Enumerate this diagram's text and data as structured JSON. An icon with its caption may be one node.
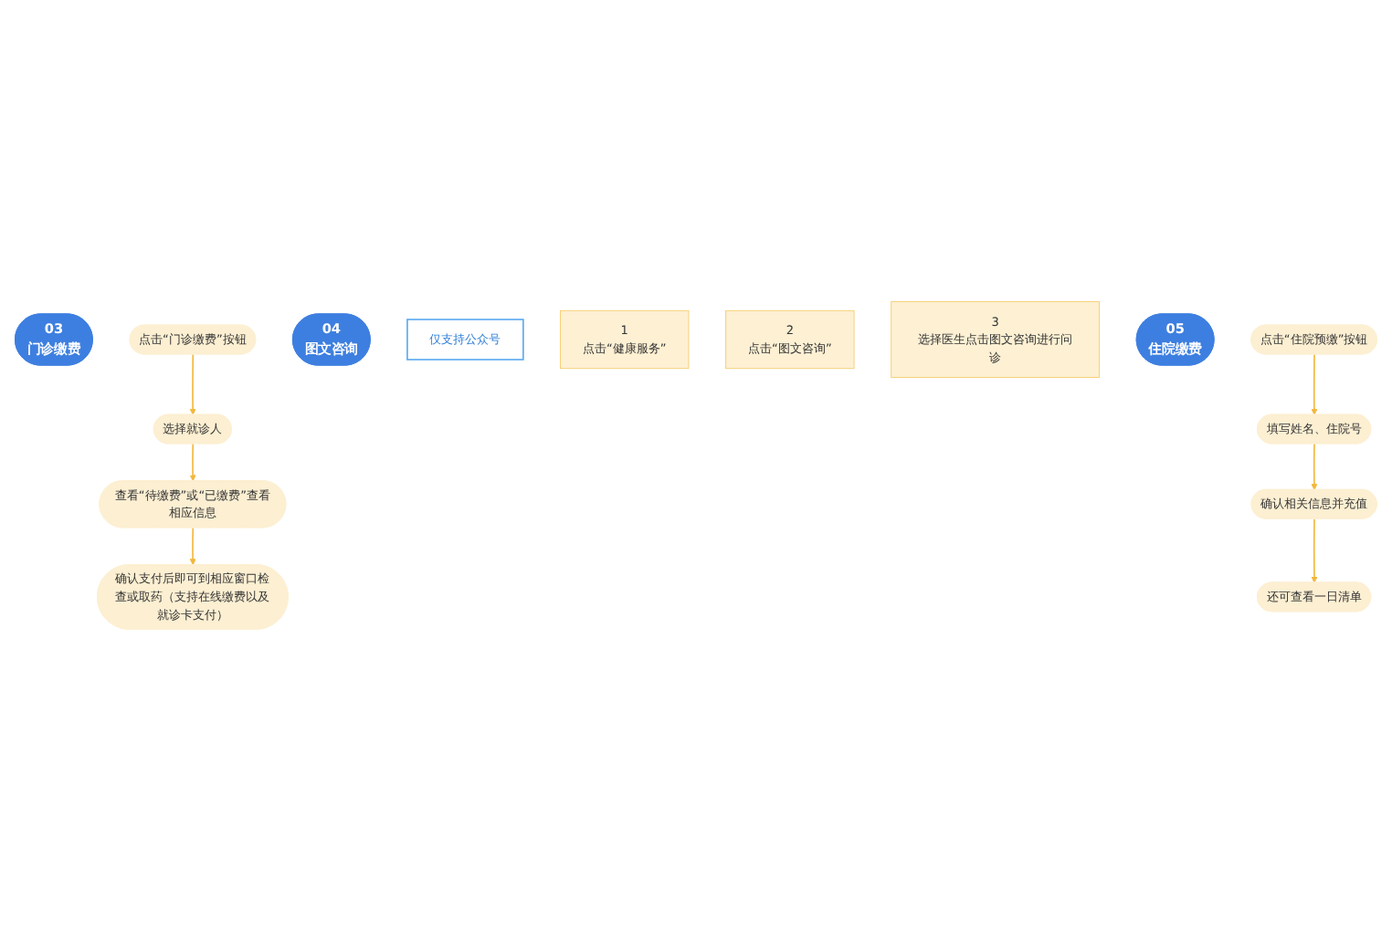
{
  "diagram": {
    "nodes": [
      {
        "text": [
          "03",
          "门诊缴费"
        ]
      },
      {
        "text": [
          "点击“门诊缴费”按钮"
        ]
      },
      {
        "text": [
          "选择就诊人"
        ]
      },
      {
        "text": [
          "查看“待缴费”或“已缴费”查看相应信息"
        ]
      },
      {
        "text": [
          "确认支付后即可到相应窗口检查或取药（支持在线缴费以及就诊卡支付）"
        ]
      },
      {
        "text": [
          "04",
          "图文咨询"
        ]
      },
      {
        "text": [
          "仅支持公众号"
        ]
      },
      {
        "text": [
          "1",
          "点击“健康服务”"
        ]
      },
      {
        "text": [
          "2",
          "点击“图文咨询”"
        ]
      },
      {
        "text": [
          "3",
          "选择医生点击图文咨询进行问诊"
        ]
      },
      {
        "text": [
          "05",
          "住院缴费"
        ]
      },
      {
        "text": [
          "点击“住院预缴”按钮"
        ]
      },
      {
        "text": [
          "填写姓名、住院号"
        ]
      },
      {
        "text": [
          "确认相关信息并充值"
        ]
      },
      {
        "text": [
          "还可查看一日清单"
        ]
      }
    ],
    "edges": [
      {
        "from": 1,
        "to": 2,
        "arrow": "to"
      },
      {
        "from": 2,
        "to": 3,
        "arrow": "to"
      },
      {
        "from": 3,
        "to": 4,
        "arrow": "to"
      },
      {
        "from": 11,
        "to": 12,
        "arrow": "to"
      },
      {
        "from": 12,
        "to": 13,
        "arrow": "to"
      },
      {
        "from": 13,
        "to": 14,
        "arrow": "to"
      }
    ]
  }
}
